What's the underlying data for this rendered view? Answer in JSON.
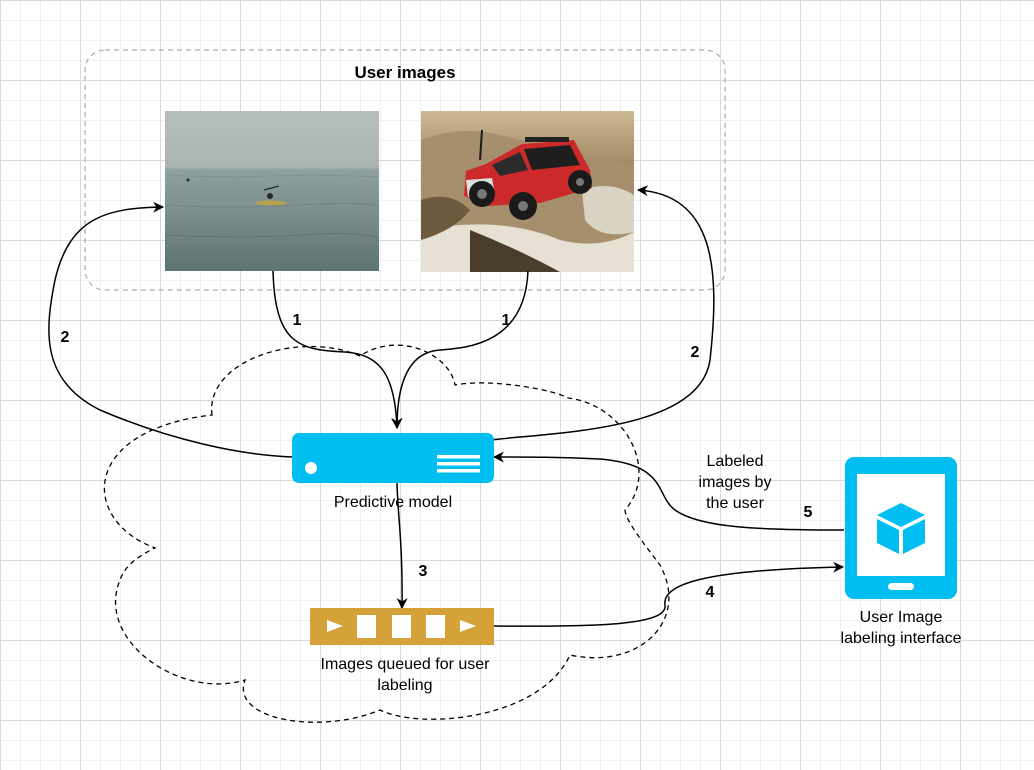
{
  "group": {
    "title": "User images"
  },
  "images": [
    {
      "name": "kayak-photo",
      "subject": "kayaker on open sea"
    },
    {
      "name": "jeep-photo",
      "subject": "red jeep on rocky off-road trail"
    }
  ],
  "nodes": {
    "model": {
      "label": "Predictive model"
    },
    "queue": {
      "label_line1": "Images queued for user",
      "label_line2": "labeling"
    },
    "interface": {
      "label_line1": "User Image",
      "label_line2": "labeling interface"
    }
  },
  "edges": {
    "e1_left": "1",
    "e1_right": "1",
    "e2_left": "2",
    "e2_right": "2",
    "e3": "3",
    "e4": "4",
    "e5": "5",
    "e5_caption_line1": "Labeled",
    "e5_caption_line2": "images by",
    "e5_caption_line3": "the user"
  },
  "colors": {
    "model": "#00bef2",
    "interface": "#00bef2",
    "queue": "#d5a23a",
    "edge": "#000000",
    "container_border": "#aaaaaa",
    "cloud_border": "#000000"
  },
  "icons": {
    "model": "server-icon",
    "interface": "tablet-icon",
    "interface_inner": "cube-icon",
    "queue": "queue-icon"
  }
}
